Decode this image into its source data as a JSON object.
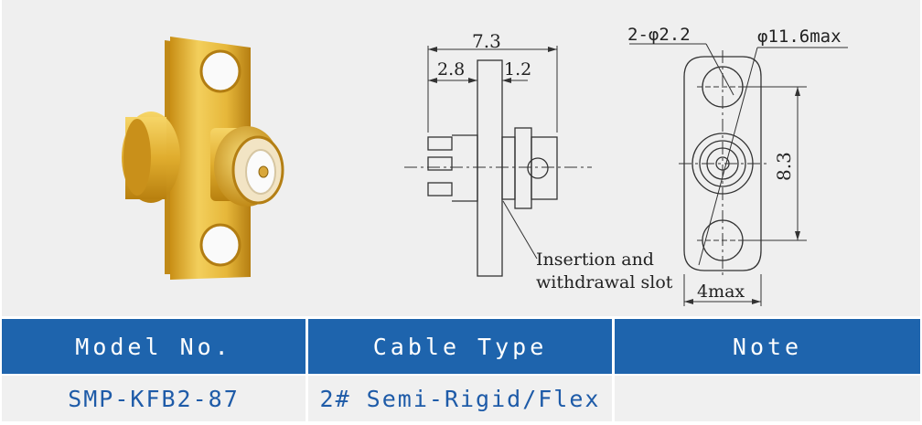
{
  "drawing": {
    "dim_total_length": "7.3",
    "dim_front": "2.8",
    "dim_flange": "1.2",
    "dim_holes": "2-φ2.2",
    "dim_flange_max": "φ11.6max",
    "dim_hole_spacing": "8.3",
    "dim_width": "4max",
    "slot_label_line1": "Insertion and",
    "slot_label_line2": "withdrawal slot"
  },
  "table": {
    "headers": [
      "Model No.",
      "Cable Type",
      "Note"
    ],
    "rows": [
      [
        "SMP-KFB2-87",
        "2# Semi-Rigid/Flex",
        ""
      ]
    ]
  },
  "colors": {
    "header_bg": "#1e64ad",
    "header_text": "#ffffff",
    "body_text": "#1e5ba8",
    "figure_bg": "#efefef",
    "gold": "#e2b73c"
  }
}
